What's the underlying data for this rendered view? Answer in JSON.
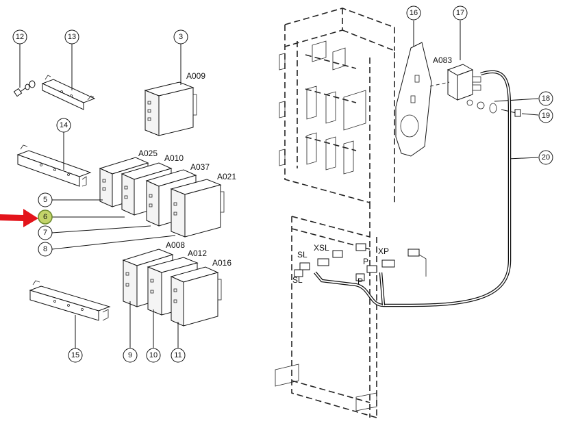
{
  "highlight": {
    "ring": "#6d8b2e",
    "fill": "#c3d46a",
    "arrow": "#e3141b"
  },
  "callouts": {
    "c3": "3",
    "c5": "5",
    "c6": "6",
    "c7": "7",
    "c8": "8",
    "c9": "9",
    "c10": "10",
    "c11": "11",
    "c12": "12",
    "c13": "13",
    "c14": "14",
    "c15": "15",
    "c16": "16",
    "c17": "17",
    "c18": "18",
    "c19": "19",
    "c20": "20"
  },
  "part_codes": {
    "a009": "A009",
    "a025": "A025",
    "a010": "A010",
    "a037": "A037",
    "a021": "A021",
    "a008": "A008",
    "a012": "A012",
    "a016": "A016",
    "a083": "A083"
  },
  "connector_labels": {
    "sl_top": "SL",
    "xsl": "XSL",
    "xp": "XP",
    "p_top": "P",
    "sl_bottom": "SL",
    "p_bottom": "P"
  }
}
